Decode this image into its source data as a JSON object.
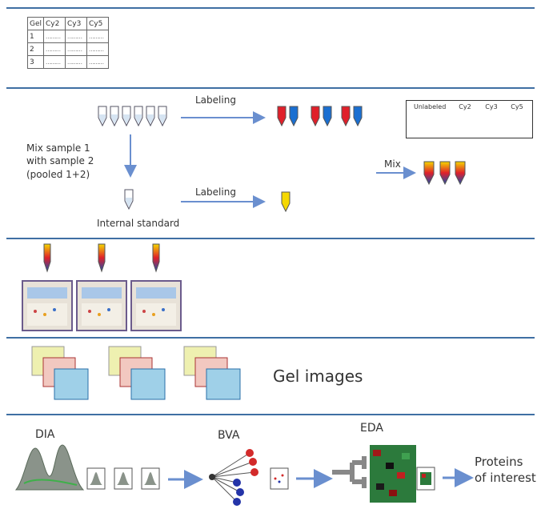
{
  "table": {
    "headers": [
      "Gel",
      "Cy2",
      "Cy3",
      "Cy5"
    ],
    "rows": [
      [
        "1",
        "………",
        "………",
        "………"
      ],
      [
        "2",
        "………",
        "………",
        "………"
      ],
      [
        "3",
        "………",
        "………",
        "………"
      ]
    ]
  },
  "labeling": {
    "top_label": "Labeling",
    "bottom_label": "Labeling",
    "mix_instruction": [
      "Mix sample 1",
      "with sample 2",
      "(pooled 1+2)"
    ],
    "internal_standard": "Internal standard",
    "mix_label": "Mix"
  },
  "legend": {
    "items": [
      {
        "label": "Unlabeled",
        "color": "#d6e4f2"
      },
      {
        "label": "Cy2",
        "color": "#f5d800"
      },
      {
        "label": "Cy3",
        "color": "#e0202a"
      },
      {
        "label": "Cy5",
        "color": "#1a6fd1"
      }
    ]
  },
  "gel_images_label": "Gel images",
  "analysis": {
    "dia": "DIA",
    "bva": "BVA",
    "eda": "EDA",
    "result": [
      "Proteins",
      "of interest"
    ]
  },
  "colors": {
    "separator": "#3f6fa3",
    "arrow": "#6a8fcf"
  }
}
